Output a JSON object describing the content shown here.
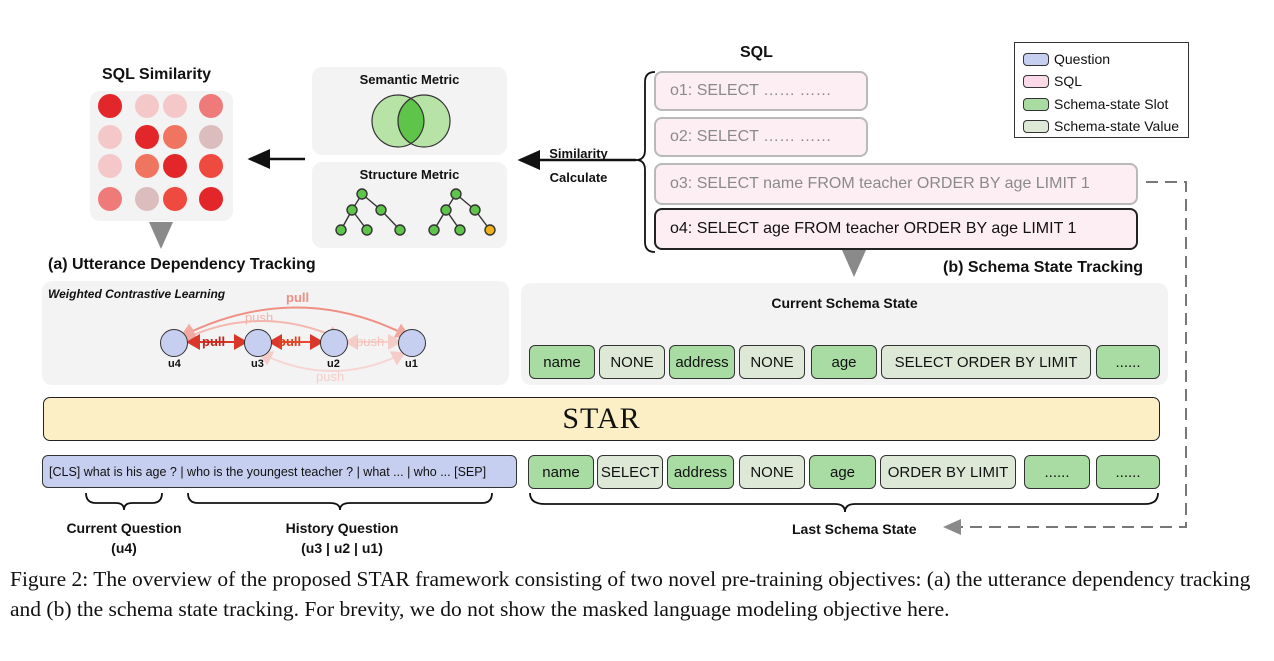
{
  "caption": "Figure 2: The overview of the proposed STAR framework consisting of two novel pre-training objectives: (a) the utterance dependency tracking and (b) the schema state tracking. For brevity, we do not show the masked language modeling objective here.",
  "sql_similarity": {
    "title": "SQL Similarity",
    "colors": [
      "#e3262a",
      "#f4c8c8",
      "#f4c8c8",
      "#ee7a7a",
      "#f4c8c8",
      "#e3262a",
      "#ef7560",
      "#dcbdbd",
      "#f4c8c8",
      "#ef7560",
      "#e3262a",
      "#ef4a40",
      "#ee7a7a",
      "#dcbdbd",
      "#ef4a40",
      "#e3262a"
    ]
  },
  "semantic_metric": "Semantic Metric",
  "structure_metric": "Structure Metric",
  "similarity_calculate": [
    "Similarity",
    "Calculate"
  ],
  "sql": {
    "title": "SQL",
    "items": [
      "o1: SELECT …… ……",
      "o2: SELECT …… ……",
      "o3: SELECT name FROM teacher ORDER BY age LIMIT 1",
      "o4: SELECT age FROM teacher ORDER BY age LIMIT 1"
    ]
  },
  "legend": [
    {
      "label": "Question",
      "color": "#c7cff0"
    },
    {
      "label": "SQL",
      "color": "#fbd9e6"
    },
    {
      "label": "Schema-state Slot",
      "color": "#a9dca2"
    },
    {
      "label": "Schema-state Value",
      "color": "#dde8d6"
    }
  ],
  "utterance_tracking": {
    "title": "(a) Utterance Dependency Tracking",
    "subtitle": "Weighted Contrastive Learning",
    "nodes": [
      "u4",
      "u3",
      "u2",
      "u1"
    ],
    "pull": "pull",
    "push": "push"
  },
  "schema_tracking": {
    "title": "(b) Schema State Tracking",
    "current_title": "Current Schema State",
    "current_cells": [
      {
        "text": "name",
        "type": "slot"
      },
      {
        "text": "NONE",
        "type": "val"
      },
      {
        "text": "address",
        "type": "slot"
      },
      {
        "text": "NONE",
        "type": "val"
      },
      {
        "text": "age",
        "type": "slot"
      },
      {
        "text": "SELECT ORDER BY LIMIT",
        "type": "val"
      },
      {
        "text": "......",
        "type": "slot"
      }
    ],
    "last_cells": [
      {
        "text": "name",
        "type": "slot"
      },
      {
        "text": "SELECT",
        "type": "val"
      },
      {
        "text": "address",
        "type": "slot"
      },
      {
        "text": "NONE",
        "type": "val"
      },
      {
        "text": "age",
        "type": "slot"
      },
      {
        "text": "ORDER BY LIMIT",
        "type": "val"
      },
      {
        "text": "......",
        "type": "slot"
      },
      {
        "text": "......",
        "type": "slot"
      }
    ],
    "last_title": "Last Schema State"
  },
  "star_label": "STAR",
  "input_text": "[CLS] what is his age ?  | who is the youngest teacher ? | what ... | who ... [SEP]",
  "current_question": [
    "Current Question",
    "(u4)"
  ],
  "history_question": [
    "History Question",
    "(u3 | u2 | u1)"
  ]
}
